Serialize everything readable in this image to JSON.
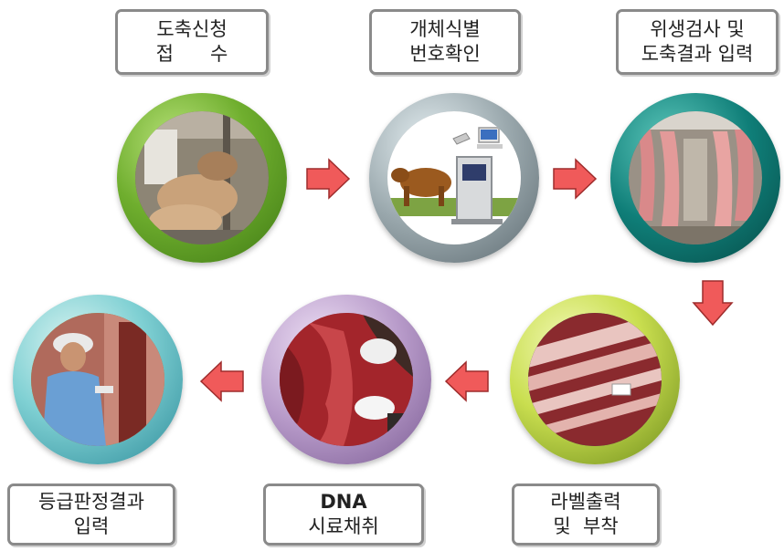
{
  "steps": [
    {
      "id": "1",
      "line1": "도축신청",
      "line2": "접      수"
    },
    {
      "id": "2",
      "line1": "개체식별",
      "line2": "번호확인"
    },
    {
      "id": "3",
      "line1": "위생검사 및",
      "line2": "도축결과 입력"
    },
    {
      "id": "4",
      "line1": "라벨출력",
      "line2": "및  부착"
    },
    {
      "id": "5",
      "line1": "DNA",
      "line2": "시료채취"
    },
    {
      "id": "6",
      "line1": "등급판정결과",
      "line2": "입력"
    }
  ],
  "colors": {
    "arrow": "#f05a5a",
    "box_border": "#8a8a8a",
    "ring_green": "#6fae2e",
    "ring_gray": "#9aa8ad",
    "ring_teal": "#0f7e78",
    "ring_yellowgreen": "#c9de4f",
    "ring_purple": "#b79ac9",
    "ring_cyan": "#7fd0d3"
  },
  "icons": [
    "arrow-right-icon",
    "arrow-down-icon",
    "arrow-left-icon"
  ]
}
